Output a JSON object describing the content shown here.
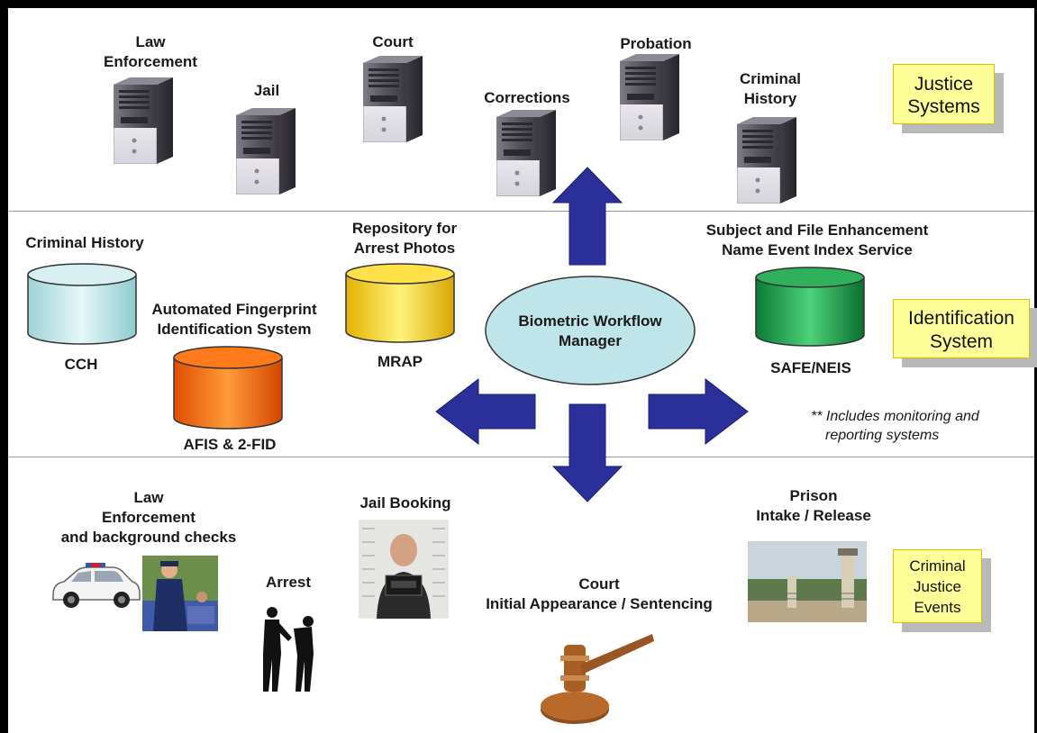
{
  "justice": {
    "law_enforcement": [
      "Law",
      "Enforcement"
    ],
    "jail": "Jail",
    "court": "Court",
    "corrections": "Corrections",
    "probation": "Probation",
    "criminal_history": [
      "Criminal",
      "History"
    ],
    "badge": [
      "Justice",
      "Systems"
    ]
  },
  "identification": {
    "cch_title": "Criminal History",
    "cch_label": "CCH",
    "afis_title": [
      "Automated Fingerprint",
      "Identification System"
    ],
    "afis_label": "AFIS & 2-FID",
    "mrap_title": [
      "Repository for",
      "Arrest Photos"
    ],
    "mrap_label": "MRAP",
    "manager": [
      "Biometric Workflow",
      "Manager"
    ],
    "safe_title": [
      "Subject and File Enhancement",
      "Name Event Index Service"
    ],
    "safe_label": "SAFE/NEIS",
    "badge": [
      "Identification",
      "System"
    ],
    "note": [
      "** Includes monitoring and",
      "reporting systems"
    ]
  },
  "events": {
    "law_enforcement": [
      "Law",
      "Enforcement",
      "and background checks"
    ],
    "arrest": "Arrest",
    "jail_booking": "Jail Booking",
    "court": [
      "Court",
      "Initial Appearance / Sentencing"
    ],
    "prison": [
      "Prison",
      "Intake / Release"
    ],
    "badge": [
      "Criminal",
      "Justice",
      "Events"
    ]
  },
  "colors": {
    "arrow": "#2b2f9a",
    "badge_fill": "#ffff99",
    "badge_border": "#d6c400",
    "cch": "#bfe6e8",
    "afis": "#ff6a00",
    "mrap": "#f2c100",
    "safe": "#1a9a4a",
    "manager": "#bfe5ea"
  }
}
